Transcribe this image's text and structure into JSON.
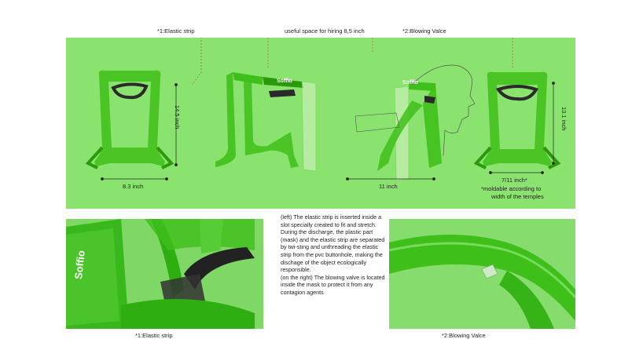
{
  "labels": {
    "elastic_strip_top": "*1:Elastic strip",
    "useful_space": "useful space for hiring 8,5 inch",
    "blowing_valve_top": "*2:Blowing Valce",
    "dim_height_front": "14.5 inch",
    "dim_width_front": "8.3 inch",
    "dim_depth_side": "11 inch",
    "dim_height_back": "13.1 inch",
    "dim_width_back": "7/11 inch*",
    "moldable_note_1": "*moldable according to",
    "moldable_note_2": "width of the temples",
    "elastic_strip_caption": "*1:Elastic strip",
    "blowing_valve_caption": "*2:Blowing Valce"
  },
  "brand": {
    "logo_text": "Soffio",
    "logo_text_photo": "Soffio"
  },
  "description": {
    "left": "(left) The elastic strip  is inserted inside a slot specially created to fit and stretch. During the discharge, the plastic part (mask) and the elastic strip are separated by twi-sting and unthreading the elastic strip from the pvc buttonhole, making the dischage of the object ecologically responsible.",
    "right": "(on the right) The blowing valve is located inside the mask to protect it from any contagion agents"
  },
  "colors": {
    "panel_bg": "#8be36f",
    "mask_green": "#3fbf1a",
    "mask_dark": "#2a9a0c",
    "strap": "#2a2a2a"
  }
}
